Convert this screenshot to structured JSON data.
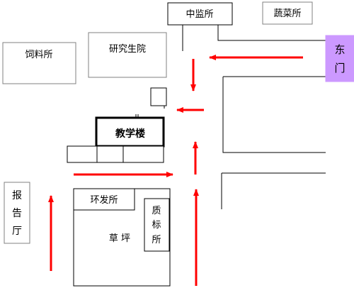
{
  "labels": {
    "zhongjian": "中监所",
    "shucai": "蔬菜所",
    "siliao": "饲料所",
    "yanjiusheng": "研究生院",
    "dongmen": "东门",
    "jiaoxue": "教学楼",
    "huanfa": "环发所",
    "baogao": "报告厅",
    "zhibiao": "质标所",
    "caoping": "草 坪"
  },
  "colors": {
    "arrow": "#ff0000",
    "gate_fill": "#cc99ff",
    "outline": "#000000",
    "gray_outline": "#808080"
  }
}
